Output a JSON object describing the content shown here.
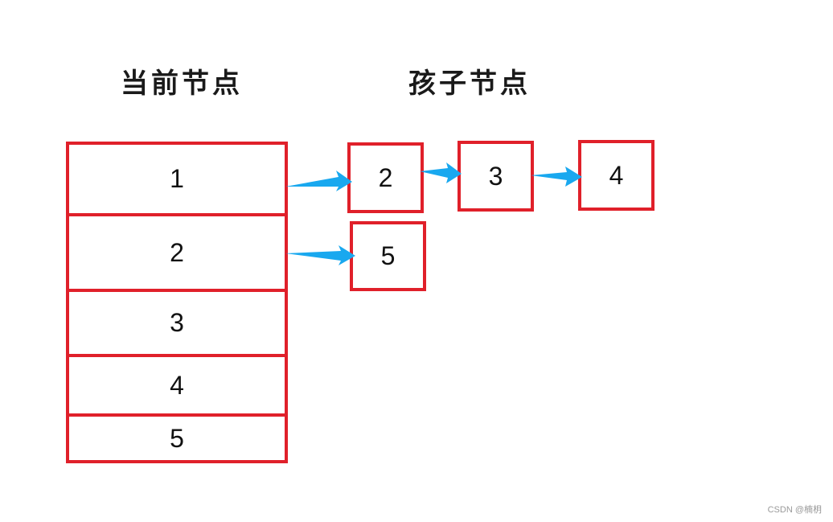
{
  "titles": {
    "current": "当前节点",
    "child": "孩子节点"
  },
  "current_nodes": [
    "1",
    "2",
    "3",
    "4",
    "5"
  ],
  "children": {
    "of_1": [
      "2",
      "3",
      "4"
    ],
    "of_2": [
      "5"
    ]
  },
  "colors": {
    "box_border": "#e0202a",
    "arrow": "#19a8ef"
  },
  "watermark": "CSDN @楠枂"
}
